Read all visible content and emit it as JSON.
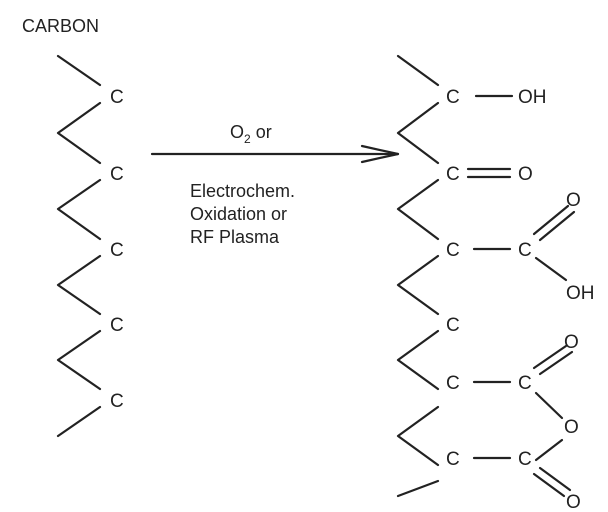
{
  "title": "CARBON",
  "left_chain": {
    "atoms": [
      "C",
      "C",
      "C",
      "C",
      "C"
    ]
  },
  "reaction": {
    "reagent_main": "O",
    "reagent_sub": "2",
    "reagent_tail": " or",
    "conditions": [
      "Electrochem.",
      "Oxidation or",
      "RF Plasma"
    ]
  },
  "right_chain": {
    "c1": "C",
    "oh1": "OH",
    "c2": "C",
    "o2": "O",
    "c3": "C",
    "c3b": "C",
    "o3a": "O",
    "oh3": "OH",
    "c4": "C",
    "c5": "C",
    "c5b": "C",
    "o5": "O",
    "o_ring": "O",
    "c6": "C",
    "c6b": "C",
    "o6": "O"
  }
}
